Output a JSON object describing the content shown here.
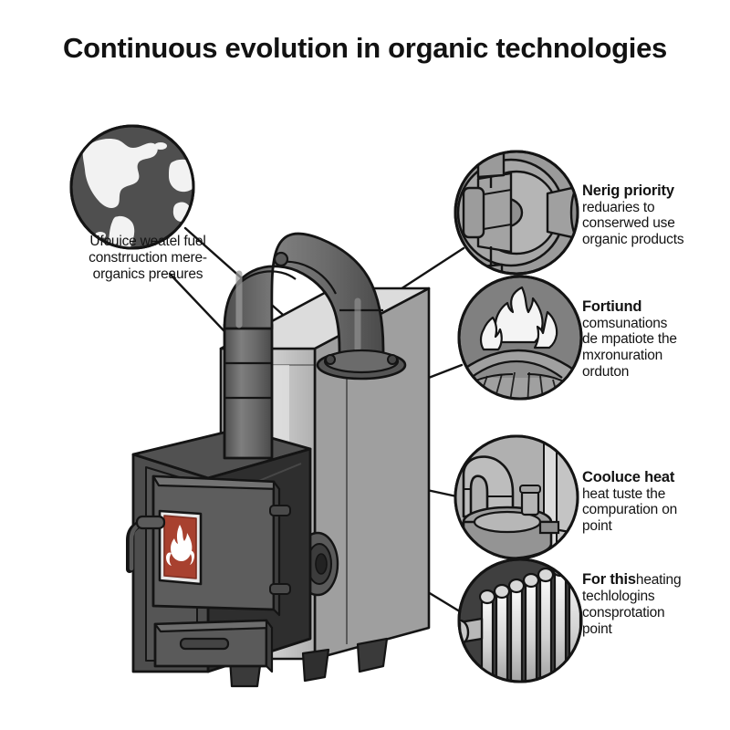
{
  "title": "Continuous evolution in organic technologies",
  "background_color": "#ffffff",
  "colors": {
    "ink": "#111111",
    "fire_red": "#a8412f",
    "stove_dark": "#3d3d3d",
    "stove_body": "#4a4a4a",
    "boiler_light": "#c9c9c9",
    "boiler_face": "#b4b4b4",
    "pipe_gray": "#6e6e6e",
    "icon_gray": "#8a8a8a",
    "globe_dark": "#4f4f4f",
    "white": "#ffffff"
  },
  "callouts": {
    "left": {
      "icon": "globe-icon",
      "lines": [
        "Ufouice weatel fuel",
        "constrruction mere-",
        "organics preaures"
      ]
    },
    "energy": {
      "icon": "burner-valve-icon",
      "head": "Nerig priority",
      "lines": [
        "reduaries to",
        "conserwed use",
        "organic products"
      ]
    },
    "fuel": {
      "icon": "flame-logs-icon",
      "head": "Fortiund",
      "lines": [
        "comsunations",
        "de mpatiote the",
        "mxronuration",
        "orduton"
      ]
    },
    "heat": {
      "icon": "pipe-pump-icon",
      "head": "Cooluce heat",
      "lines": [
        "heat tuste the",
        "compuration on",
        "point"
      ]
    },
    "system": {
      "icon": "radiator-icon",
      "head": "For this",
      "lines": [
        "heating",
        "techlologins",
        "consprotation",
        "point"
      ]
    }
  },
  "diagram": {
    "subject": "biomass-boiler-stove",
    "parts": [
      "flue-pipe",
      "firebox-door",
      "fire-window",
      "ash-drawer",
      "door-handle",
      "boiler-cabinet",
      "blower-fan",
      "support-feet"
    ]
  }
}
